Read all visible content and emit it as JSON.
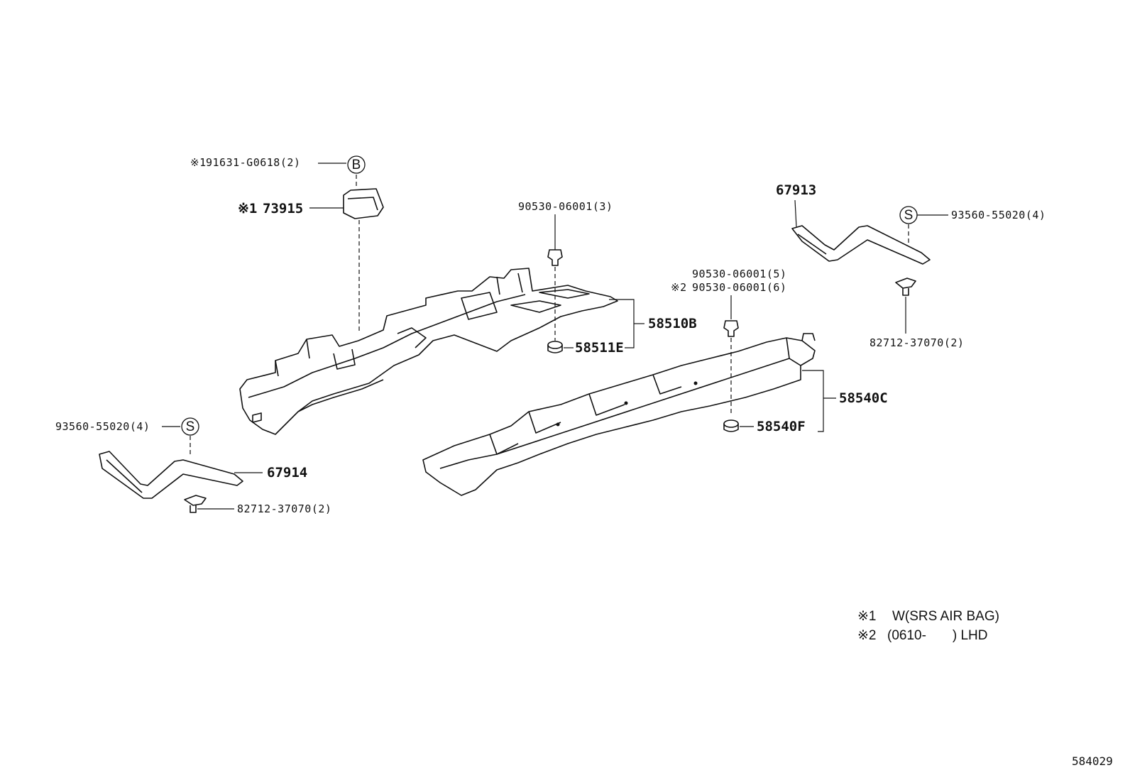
{
  "diagram": {
    "callouts": {
      "c1_part": "91631-G0618(2)",
      "c1_mark": "※1",
      "b_symbol": "B",
      "c2_part": "73915",
      "c2_mark": "※1",
      "c3_part": "90530-06001(3)",
      "c4_part": "58510B",
      "c5_part": "58511E",
      "c6_part": "67913",
      "s_symbol": "S",
      "c7_part": "93560-55020(4)",
      "c8_part": "82712-37070(2)",
      "c9_part": "90530-06001(5)",
      "c10_part": "90530-06001(6)",
      "c10_mark": "※2",
      "c11_part": "58540C",
      "c12_part": "58540F",
      "c13_part": "93560-55020(4)",
      "c14_part": "67914",
      "c15_part": "82712-37070(2)"
    },
    "notes": [
      {
        "mark": "※1",
        "text": "W(SRS AIR BAG)"
      },
      {
        "mark": "※2",
        "text": "(0610-       ) LHD"
      }
    ],
    "figure_id": "584029"
  }
}
